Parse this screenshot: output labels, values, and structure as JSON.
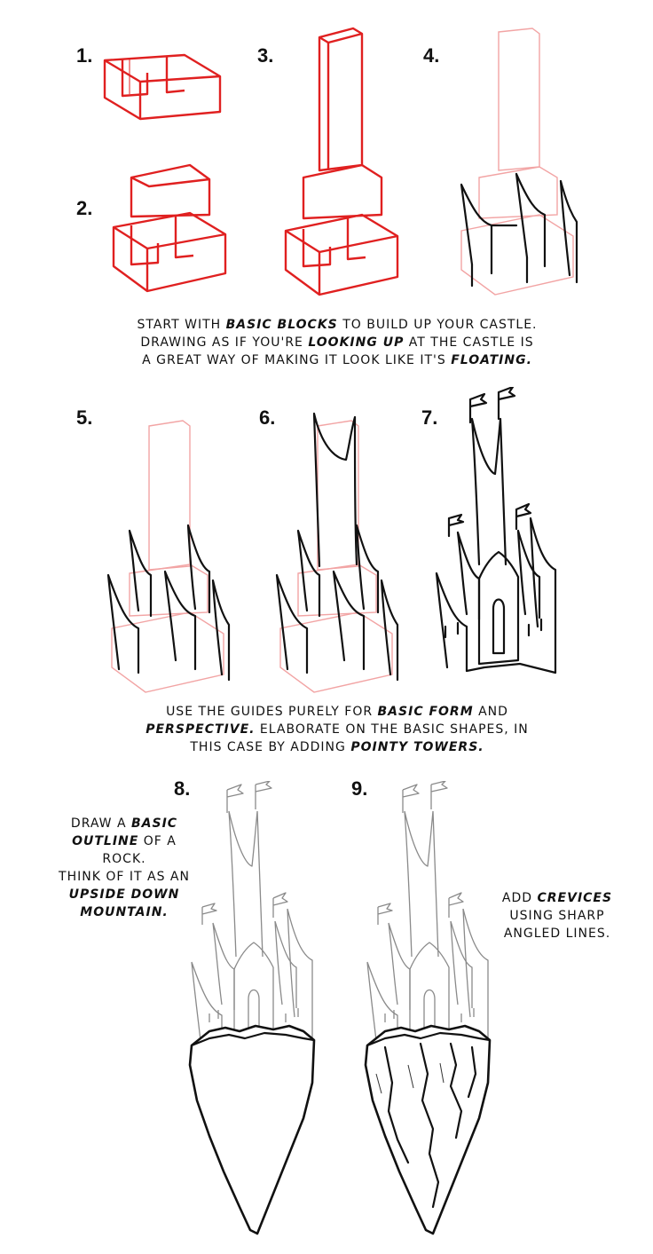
{
  "steps": {
    "s1": "1.",
    "s2": "2.",
    "s3": "3.",
    "s4": "4.",
    "s5": "5.",
    "s6": "6.",
    "s7": "7.",
    "s8": "8.",
    "s9": "9."
  },
  "caption1": {
    "line1_a": "START WITH ",
    "line1_b": "BASIC BLOCKS",
    "line1_c": " TO BUILD UP YOUR CASTLE.",
    "line2_a": "DRAWING AS IF YOU'RE ",
    "line2_b": "LOOKING UP",
    "line2_c": " AT THE CASTLE IS",
    "line3_a": "A GREAT WAY OF MAKING IT LOOK LIKE IT'S ",
    "line3_b": "FLOATING."
  },
  "caption2": {
    "line1_a": "USE THE GUIDES PURELY FOR ",
    "line1_b": "BASIC FORM",
    "line1_c": " AND",
    "line2_a": "PERSPECTIVE.",
    "line2_b": " ELABORATE ON THE BASIC SHAPES, IN",
    "line3_a": "THIS CASE BY ADDING ",
    "line3_b": "POINTY TOWERS."
  },
  "caption3": {
    "line1_a": "DRAW A ",
    "line1_b": "BASIC",
    "line2_a": "OUTLINE",
    "line2_b": " OF A ROCK.",
    "line3": "THINK OF IT AS AN",
    "line4": "UPSIDE DOWN",
    "line5": "MOUNTAIN."
  },
  "caption4": {
    "line1_a": "ADD ",
    "line1_b": "CREVICES",
    "line2": "USING SHARP",
    "line3": "ANGLED LINES."
  },
  "colors": {
    "guide": "#e02020",
    "guide_faded": "#f2a4a4",
    "ink": "#111111",
    "outline_gray": "#8a8a8a"
  }
}
